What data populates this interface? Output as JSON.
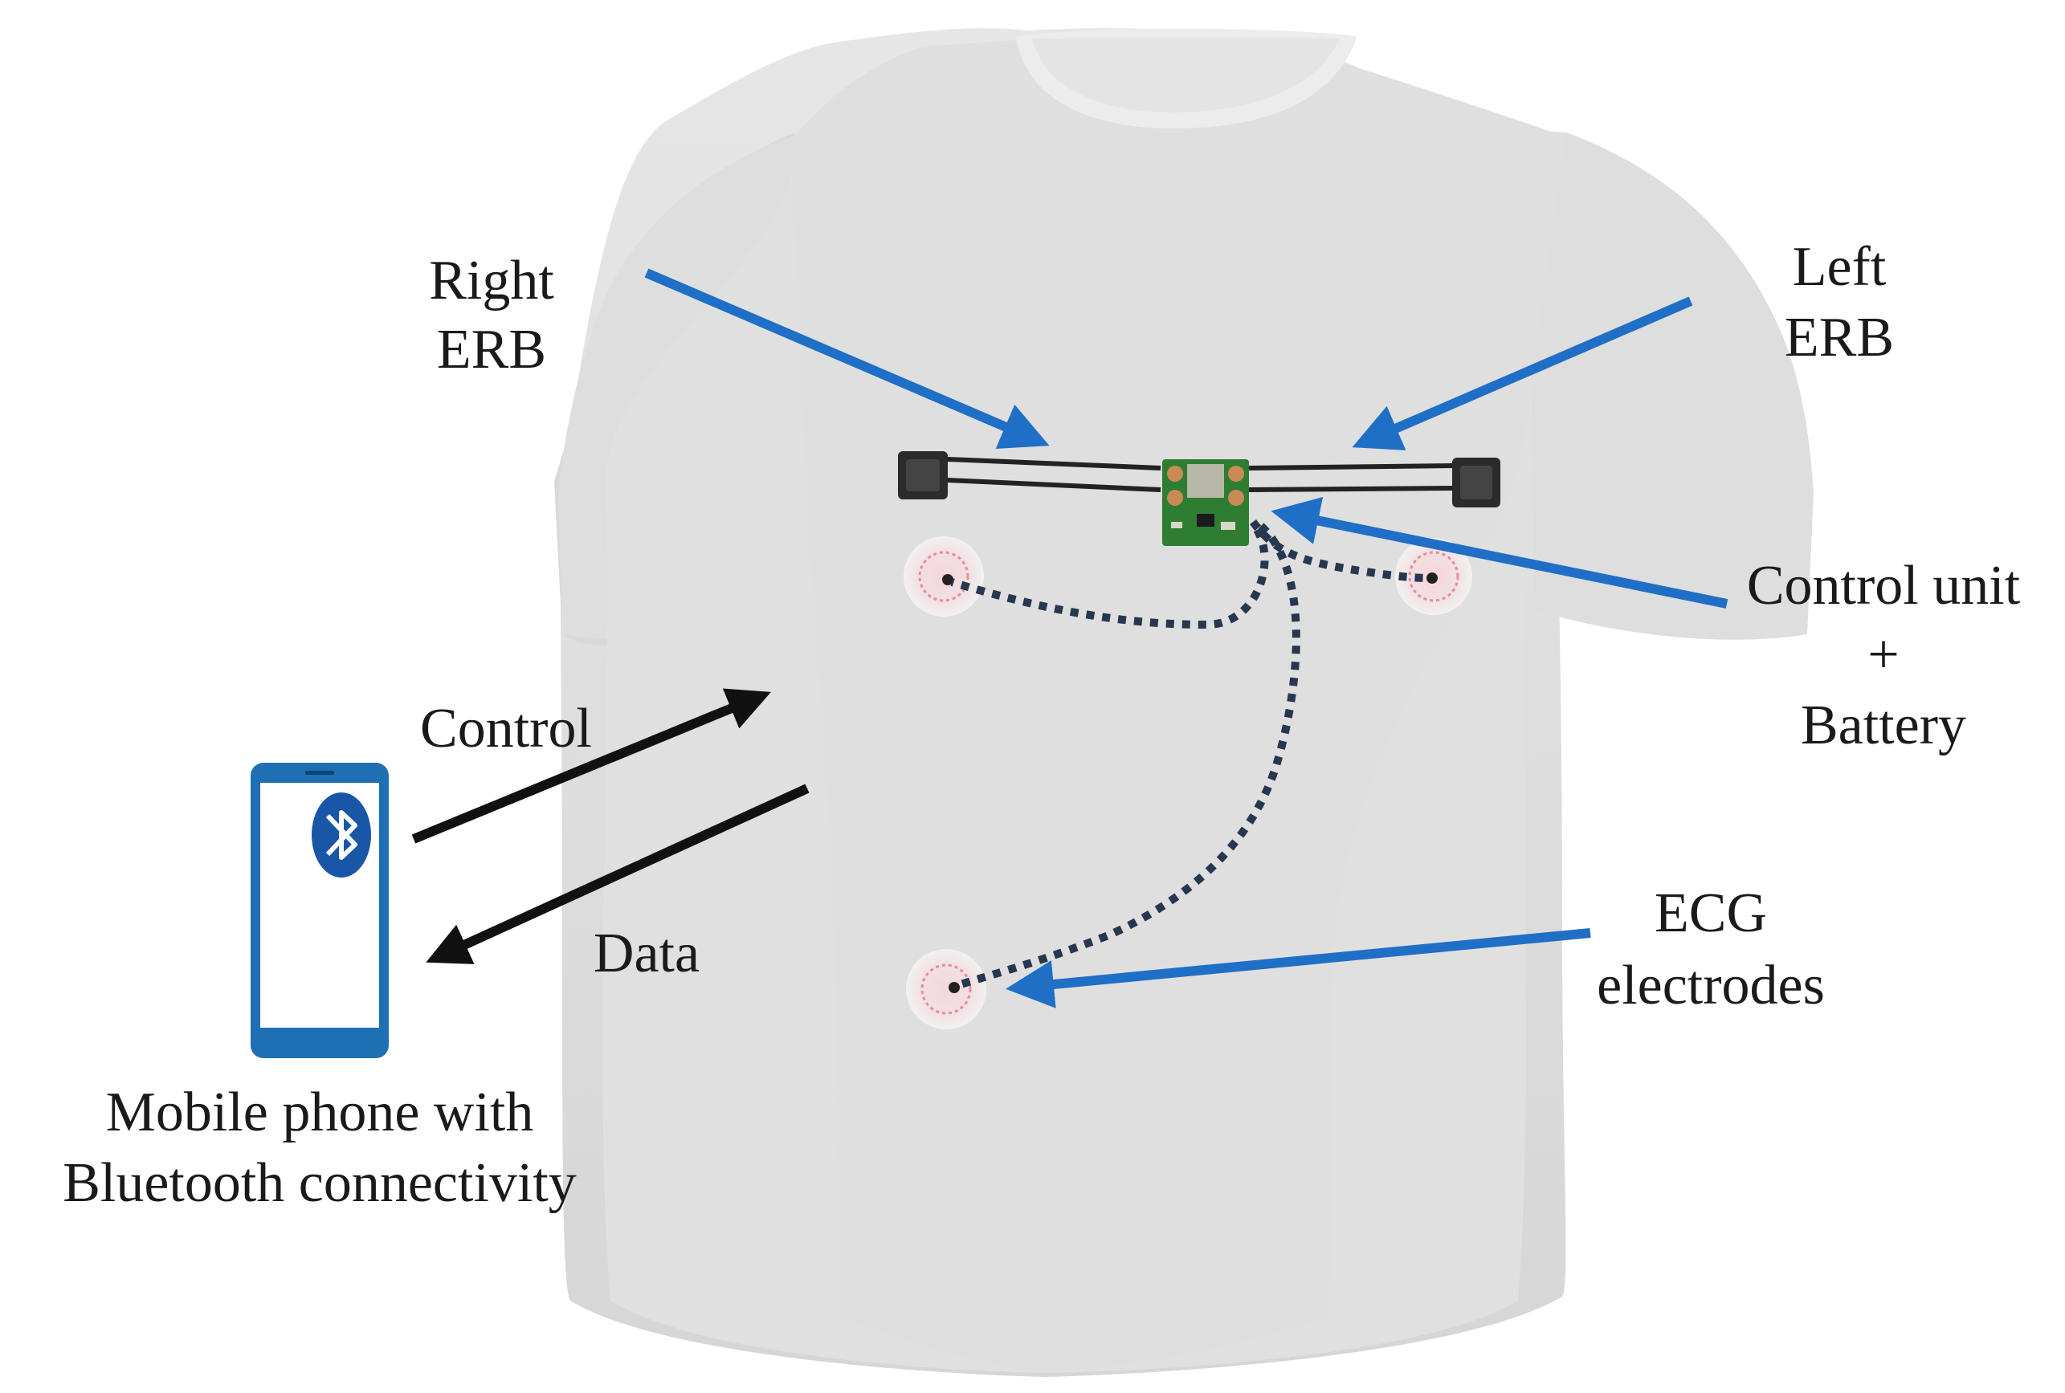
{
  "labels": {
    "right_erb_1": "Right",
    "right_erb_2": "ERB",
    "left_erb_1": "Left",
    "left_erb_2": "ERB",
    "control_unit_1": "Control unit",
    "control_unit_2": "+",
    "control_unit_3": "Battery",
    "control": "Control",
    "data": "Data",
    "ecg_1": "ECG",
    "ecg_2": "electrodes",
    "phone_1": "Mobile phone with",
    "phone_2": "Bluetooth connectivity"
  },
  "icons": {
    "bluetooth": "bluetooth-icon",
    "phone": "mobile-phone-icon"
  },
  "colors": {
    "shirt": "#dedede",
    "annotation_arrow": "#1f6fc7",
    "link_arrow": "#111111",
    "wire": "#27374f",
    "pcb": "#2e7d32",
    "phone_frame": "#1e6fb3",
    "bluetooth": "#1a56a8"
  }
}
